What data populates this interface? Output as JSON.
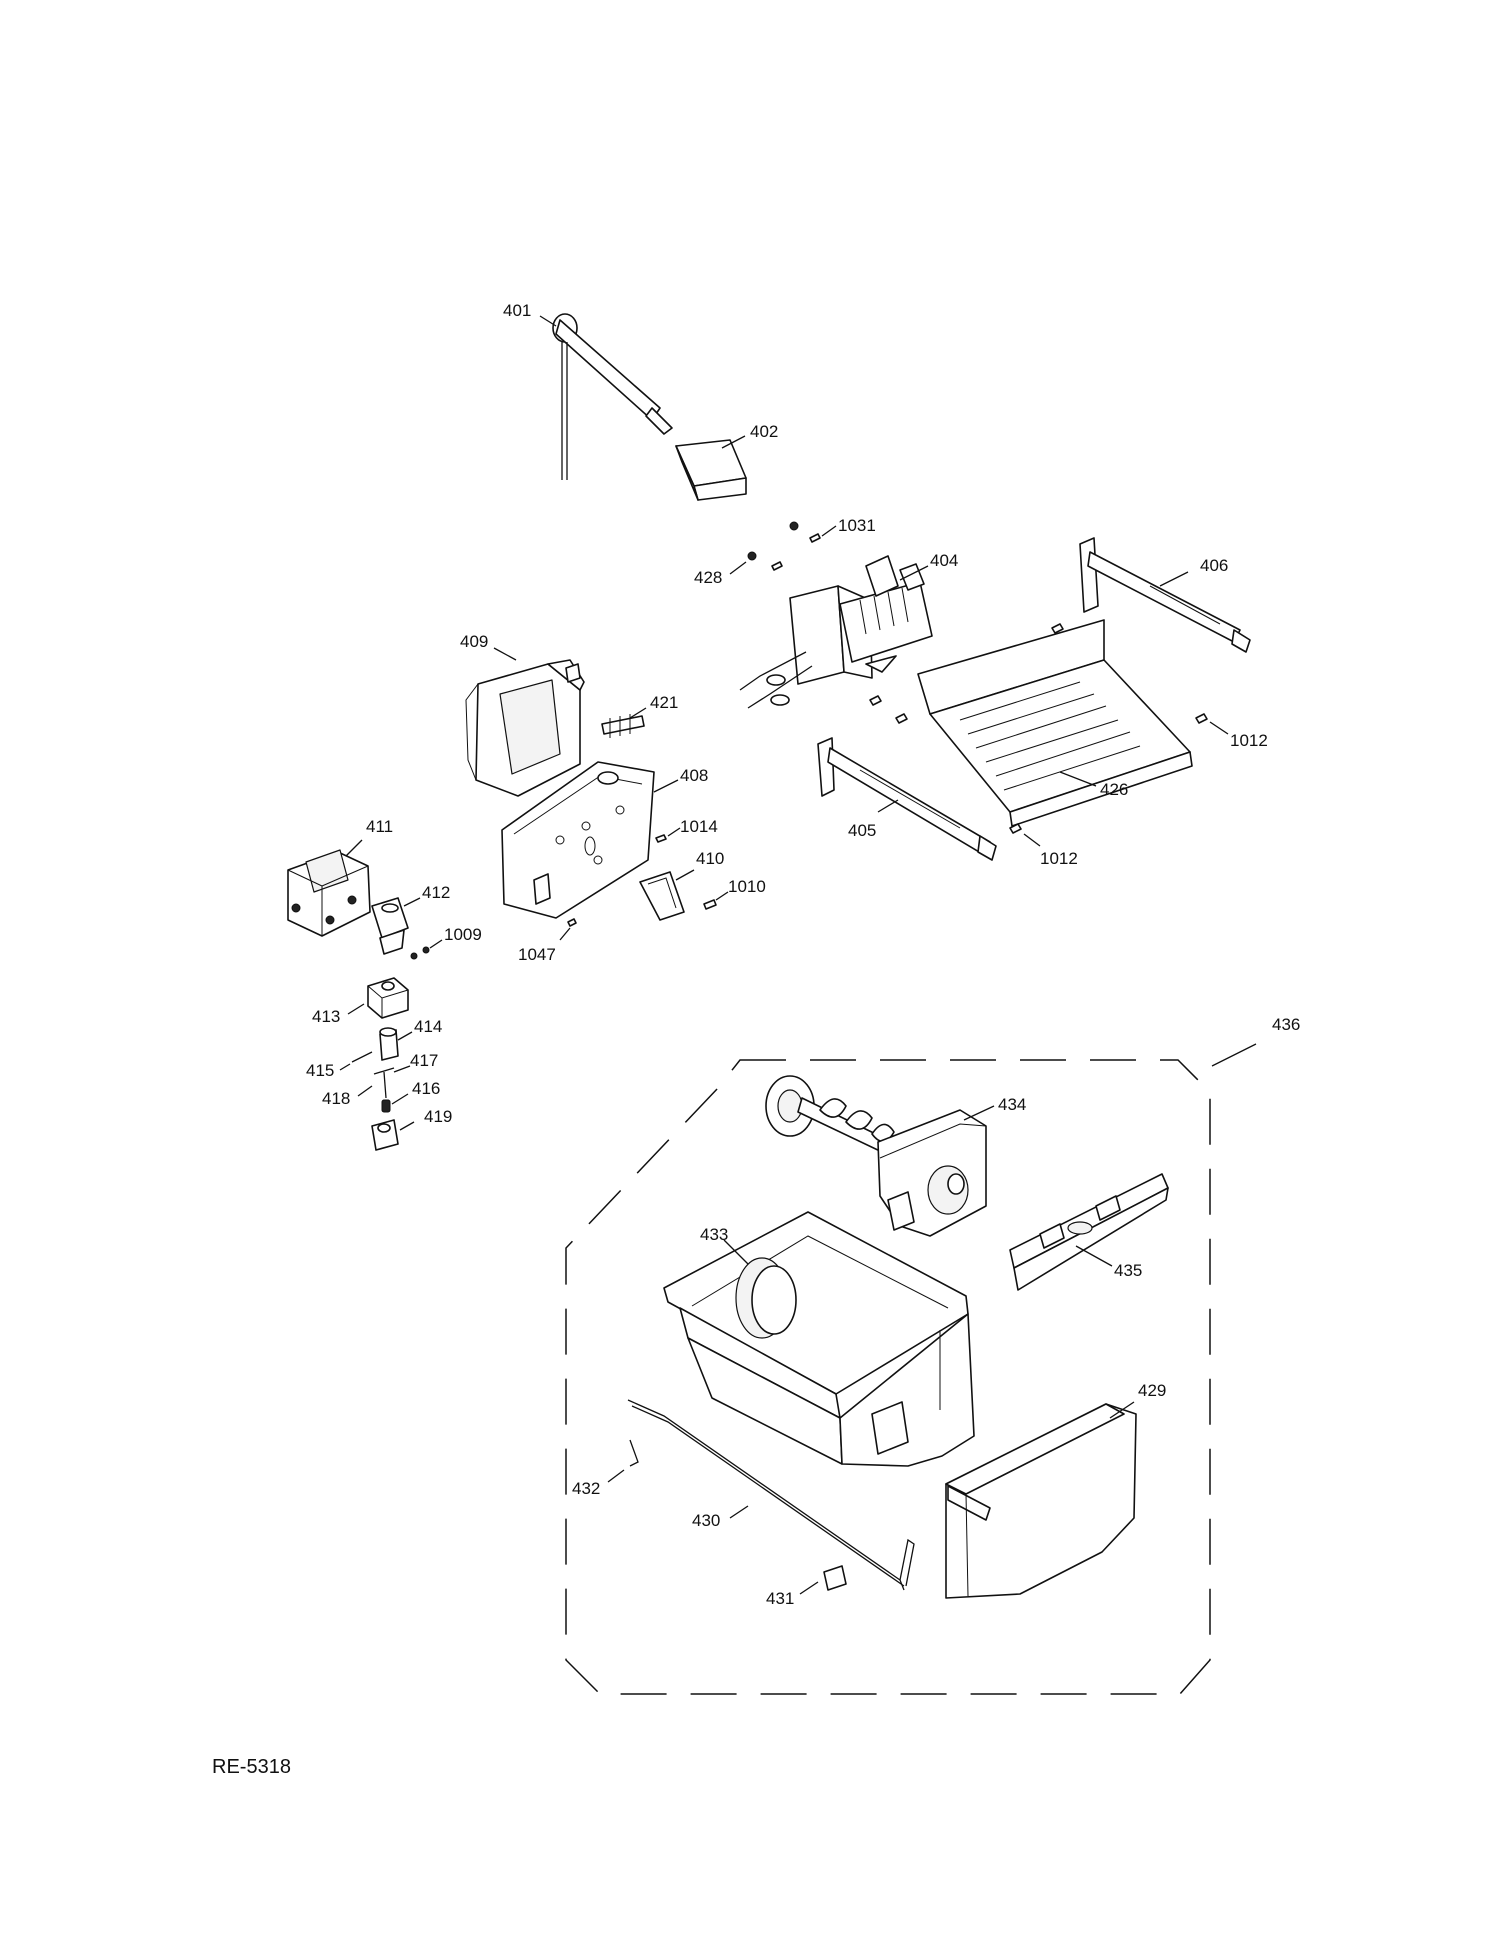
{
  "doc_id": "RE-5318",
  "part_labels": {
    "p401": "401",
    "p402": "402",
    "p1031": "1031",
    "p428": "428",
    "p404": "404",
    "p406": "406",
    "p409": "409",
    "p421": "421",
    "p408": "408",
    "p1014": "1014",
    "p410": "410",
    "p1010": "1010",
    "p1047": "1047",
    "p411": "411",
    "p412": "412",
    "p1009": "1009",
    "p413": "413",
    "p414": "414",
    "p415": "415",
    "p417": "417",
    "p418": "418",
    "p416": "416",
    "p419": "419",
    "p405": "405",
    "p426": "426",
    "p1012a": "1012",
    "p1012b": "1012",
    "p436": "436",
    "p434": "434",
    "p433": "433",
    "p435": "435",
    "p429": "429",
    "p432": "432",
    "p430": "430",
    "p431": "431"
  }
}
